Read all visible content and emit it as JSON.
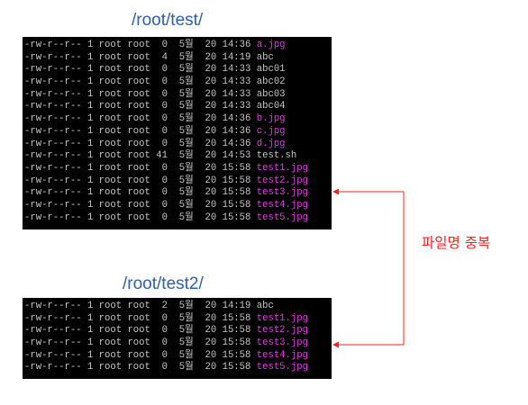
{
  "panels": [
    {
      "title": "/root/test/",
      "rows": [
        {
          "mode": "-rw-r--r--",
          "links": "1",
          "owner": "root",
          "group": "root",
          "size": "0",
          "month": "5월",
          "day": "20",
          "time": "14:36",
          "name": "a.jpg",
          "kind": "img"
        },
        {
          "mode": "-rw-r--r--",
          "links": "1",
          "owner": "root",
          "group": "root",
          "size": "4",
          "month": "5월",
          "day": "20",
          "time": "14:19",
          "name": "abc",
          "kind": "plain"
        },
        {
          "mode": "-rw-r--r--",
          "links": "1",
          "owner": "root",
          "group": "root",
          "size": "0",
          "month": "5월",
          "day": "20",
          "time": "14:33",
          "name": "abc01",
          "kind": "plain"
        },
        {
          "mode": "-rw-r--r--",
          "links": "1",
          "owner": "root",
          "group": "root",
          "size": "0",
          "month": "5월",
          "day": "20",
          "time": "14:33",
          "name": "abc02",
          "kind": "plain"
        },
        {
          "mode": "-rw-r--r--",
          "links": "1",
          "owner": "root",
          "group": "root",
          "size": "0",
          "month": "5월",
          "day": "20",
          "time": "14:33",
          "name": "abc03",
          "kind": "plain"
        },
        {
          "mode": "-rw-r--r--",
          "links": "1",
          "owner": "root",
          "group": "root",
          "size": "0",
          "month": "5월",
          "day": "20",
          "time": "14:33",
          "name": "abc04",
          "kind": "plain"
        },
        {
          "mode": "-rw-r--r--",
          "links": "1",
          "owner": "root",
          "group": "root",
          "size": "0",
          "month": "5월",
          "day": "20",
          "time": "14:36",
          "name": "b.jpg",
          "kind": "img"
        },
        {
          "mode": "-rw-r--r--",
          "links": "1",
          "owner": "root",
          "group": "root",
          "size": "0",
          "month": "5월",
          "day": "20",
          "time": "14:36",
          "name": "c.jpg",
          "kind": "img"
        },
        {
          "mode": "-rw-r--r--",
          "links": "1",
          "owner": "root",
          "group": "root",
          "size": "0",
          "month": "5월",
          "day": "20",
          "time": "14:36",
          "name": "d.jpg",
          "kind": "img"
        },
        {
          "mode": "-rw-r--r--",
          "links": "1",
          "owner": "root",
          "group": "root",
          "size": "41",
          "month": "5월",
          "day": "20",
          "time": "14:53",
          "name": "test.sh",
          "kind": "plain"
        },
        {
          "mode": "-rw-r--r--",
          "links": "1",
          "owner": "root",
          "group": "root",
          "size": "0",
          "month": "5월",
          "day": "20",
          "time": "15:58",
          "name": "test1.jpg",
          "kind": "img"
        },
        {
          "mode": "-rw-r--r--",
          "links": "1",
          "owner": "root",
          "group": "root",
          "size": "0",
          "month": "5월",
          "day": "20",
          "time": "15:58",
          "name": "test2.jpg",
          "kind": "img"
        },
        {
          "mode": "-rw-r--r--",
          "links": "1",
          "owner": "root",
          "group": "root",
          "size": "0",
          "month": "5월",
          "day": "20",
          "time": "15:58",
          "name": "test3.jpg",
          "kind": "img"
        },
        {
          "mode": "-rw-r--r--",
          "links": "1",
          "owner": "root",
          "group": "root",
          "size": "0",
          "month": "5월",
          "day": "20",
          "time": "15:58",
          "name": "test4.jpg",
          "kind": "img"
        },
        {
          "mode": "-rw-r--r--",
          "links": "1",
          "owner": "root",
          "group": "root",
          "size": "0",
          "month": "5월",
          "day": "20",
          "time": "15:58",
          "name": "test5.jpg",
          "kind": "img"
        }
      ]
    },
    {
      "title": "/root/test2/",
      "rows": [
        {
          "mode": "-rw-r--r--",
          "links": "1",
          "owner": "root",
          "group": "root",
          "size": "2",
          "month": "5월",
          "day": "20",
          "time": "14:19",
          "name": "abc",
          "kind": "plain"
        },
        {
          "mode": "-rw-r--r--",
          "links": "1",
          "owner": "root",
          "group": "root",
          "size": "0",
          "month": "5월",
          "day": "20",
          "time": "15:58",
          "name": "test1.jpg",
          "kind": "img"
        },
        {
          "mode": "-rw-r--r--",
          "links": "1",
          "owner": "root",
          "group": "root",
          "size": "0",
          "month": "5월",
          "day": "20",
          "time": "15:58",
          "name": "test2.jpg",
          "kind": "img"
        },
        {
          "mode": "-rw-r--r--",
          "links": "1",
          "owner": "root",
          "group": "root",
          "size": "0",
          "month": "5월",
          "day": "20",
          "time": "15:58",
          "name": "test3.jpg",
          "kind": "img"
        },
        {
          "mode": "-rw-r--r--",
          "links": "1",
          "owner": "root",
          "group": "root",
          "size": "0",
          "month": "5월",
          "day": "20",
          "time": "15:58",
          "name": "test4.jpg",
          "kind": "img"
        },
        {
          "mode": "-rw-r--r--",
          "links": "1",
          "owner": "root",
          "group": "root",
          "size": "0",
          "month": "5월",
          "day": "20",
          "time": "15:58",
          "name": "test5.jpg",
          "kind": "img"
        }
      ]
    }
  ],
  "annotation": {
    "label": "파일명 중복",
    "color": "#ff1f1f"
  },
  "colors": {
    "terminal_bg": "#000000",
    "text": "#c7c7c7",
    "image_file": "#e03ce0",
    "heading": "#2e5fa8"
  }
}
